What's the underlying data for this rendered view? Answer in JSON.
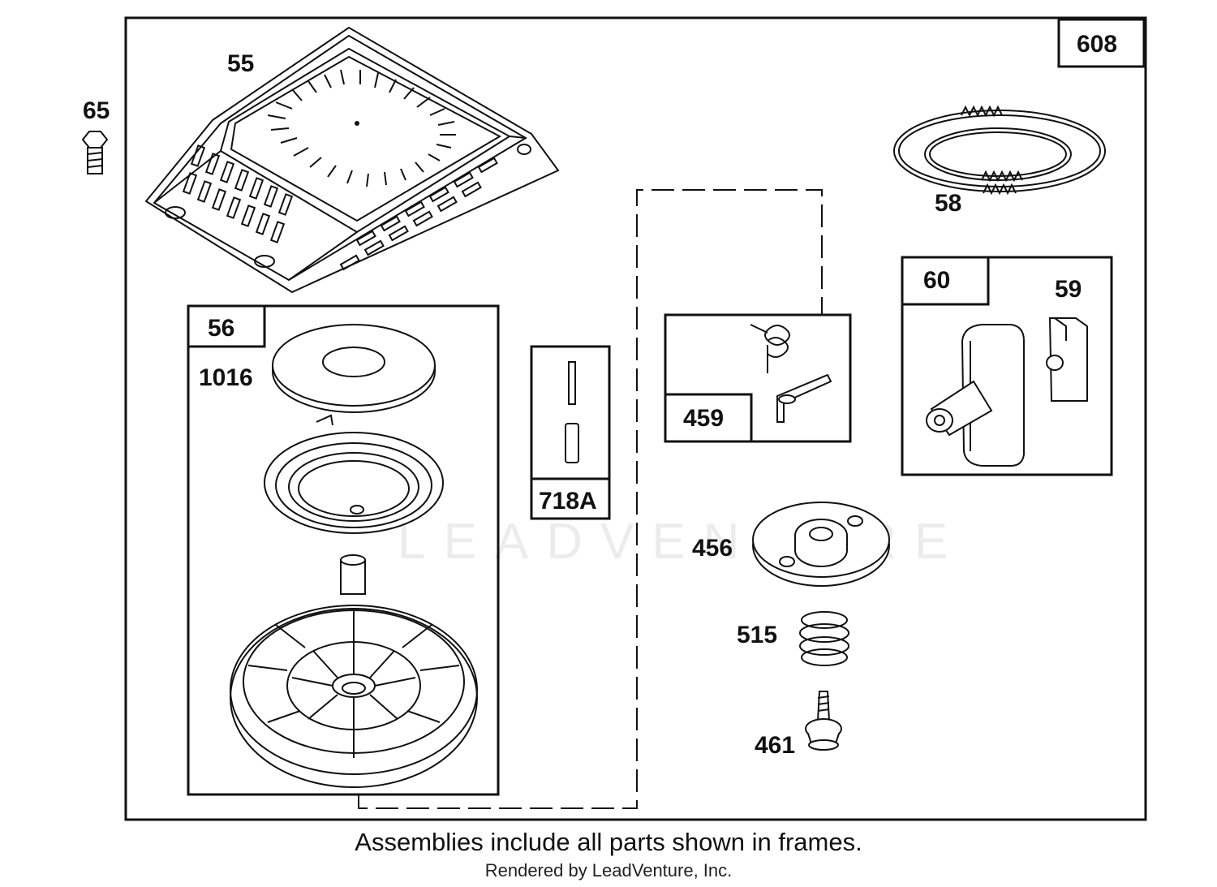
{
  "diagram": {
    "part_labels": {
      "p55": "55",
      "p65": "65",
      "p608": "608",
      "p58": "58",
      "p56": "56",
      "p1016": "1016",
      "p718a": "718A",
      "p459": "459",
      "p60": "60",
      "p59": "59",
      "p456": "456",
      "p515": "515",
      "p461": "461"
    },
    "watermark": "LEADVENTURE"
  },
  "footer": {
    "note": "Assemblies include all parts shown in frames.",
    "credit": "Rendered by LeadVenture, Inc."
  }
}
